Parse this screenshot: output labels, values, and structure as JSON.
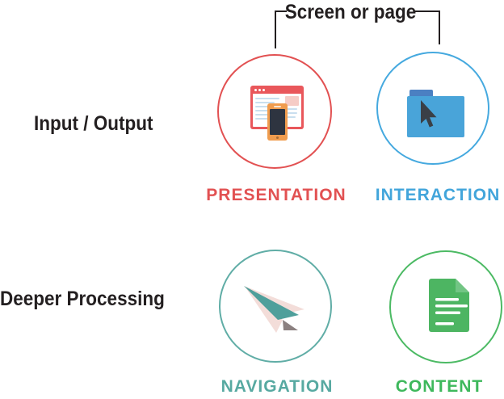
{
  "bracket": {
    "label": "Screen or page"
  },
  "rows": {
    "io_label": "Input / Output",
    "deep_label": "Deeper Processing"
  },
  "categories": {
    "presentation": {
      "label": "PRESENTATION",
      "color": "#e25152",
      "icon": "browser-phone-icon"
    },
    "interaction": {
      "label": "INTERACTION",
      "color": "#42a5db",
      "icon": "folder-cursor-icon"
    },
    "navigation": {
      "label": "NAVIGATION",
      "color": "#57a9a1",
      "icon": "paper-plane-icon"
    },
    "content": {
      "label": "CONTENT",
      "color": "#3eb85c",
      "icon": "document-icon"
    }
  },
  "palette": {
    "bracket_line": "#231f20",
    "text_dark": "#231f20",
    "browser_red": "#e9575b",
    "browser_line_blue": "#c9dfef",
    "browser_block_pink": "#f6ccc6",
    "phone_orange": "#f09c4e",
    "phone_screen": "#2e3440",
    "folder_body_blue": "#49a4d9",
    "folder_tab_blue": "#4b80c2",
    "cursor_dark": "#3a3f46",
    "plane_pink": "#f3ddd9",
    "plane_teal": "#4f9f9b",
    "plane_gray": "#8b8080",
    "doc_green": "#4db562",
    "doc_fold_green": "#72c584"
  }
}
